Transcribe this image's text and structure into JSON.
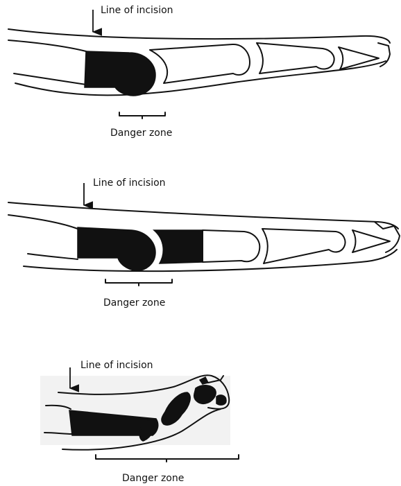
{
  "panels": [
    {
      "incision_label": "Line of incision",
      "danger_label": "Danger zone"
    },
    {
      "incision_label": "Line of incision",
      "danger_label": "Danger zone"
    },
    {
      "incision_label": "Line of incision",
      "danger_label": "Danger zone"
    }
  ]
}
